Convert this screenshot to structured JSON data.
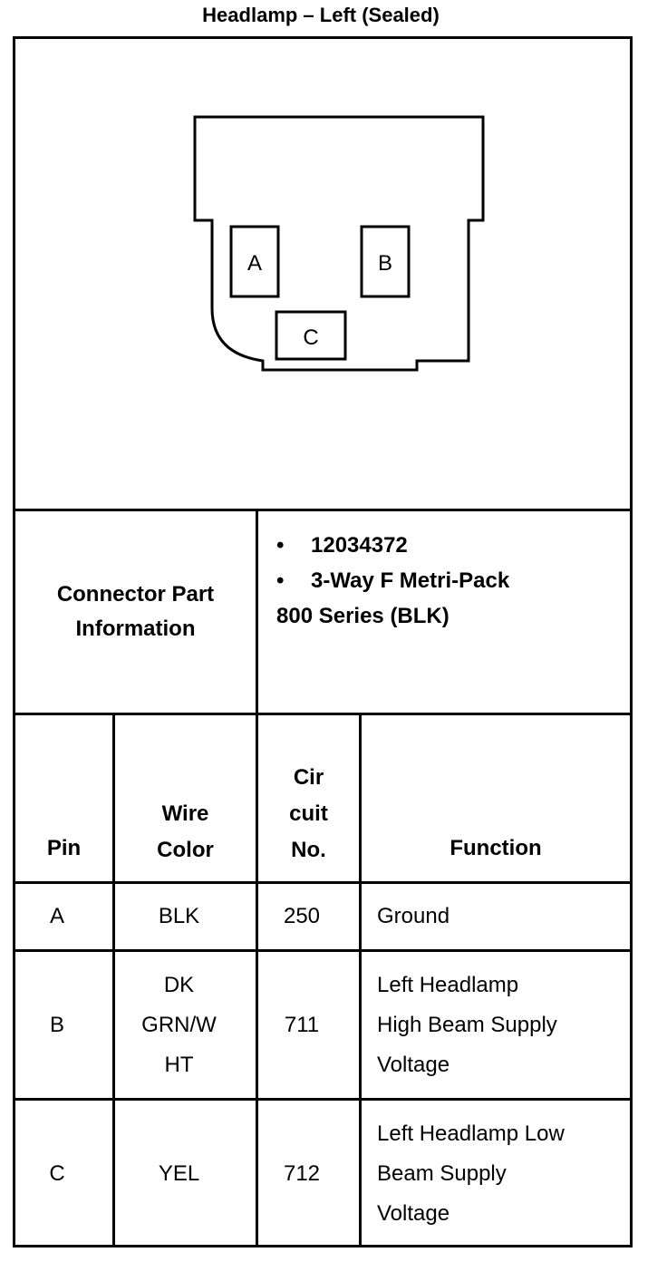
{
  "title": "Headlamp – Left (Sealed)",
  "connector": {
    "pins": [
      "A",
      "B",
      "C"
    ]
  },
  "part_info": {
    "label_line1": "Connector Part",
    "label_line2": "Information",
    "bullet": "•",
    "part_number": "12034372",
    "description_line1": "3-Way F Metri-Pack",
    "description_line2": "800 Series (BLK)"
  },
  "table": {
    "headers": {
      "pin": "Pin",
      "wire_color_1": "Wire",
      "wire_color_2": "Color",
      "circuit_1": "Cir",
      "circuit_2": "cuit",
      "circuit_3": "No.",
      "function": "Function"
    },
    "rows": [
      {
        "pin": "A",
        "wire": [
          "BLK"
        ],
        "circuit": "250",
        "function": [
          "Ground"
        ]
      },
      {
        "pin": "B",
        "wire": [
          "DK",
          "GRN/W",
          "HT"
        ],
        "circuit": "711",
        "function": [
          "Left Headlamp",
          "High Beam Supply",
          "Voltage"
        ]
      },
      {
        "pin": "C",
        "wire": [
          "YEL"
        ],
        "circuit": "712",
        "function": [
          "Left Headlamp Low",
          "Beam Supply",
          "Voltage"
        ]
      }
    ]
  }
}
